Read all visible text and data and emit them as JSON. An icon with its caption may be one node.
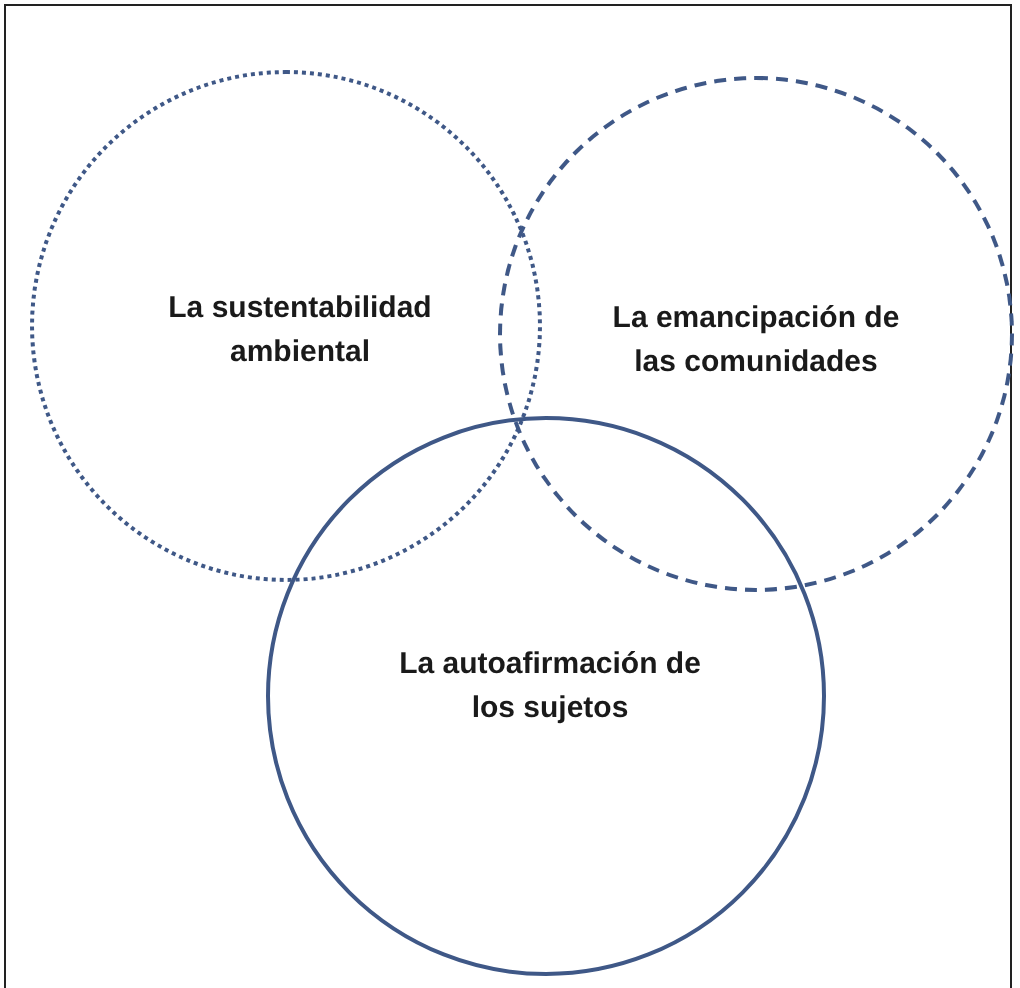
{
  "diagram": {
    "nodes": [
      {
        "text": [
          "La sustentabilidad ambiental"
        ]
      },
      {
        "text": [
          "La emancipación de las comunidades"
        ]
      },
      {
        "text": [
          "La autoafirmación de los sujetos"
        ]
      }
    ]
  }
}
